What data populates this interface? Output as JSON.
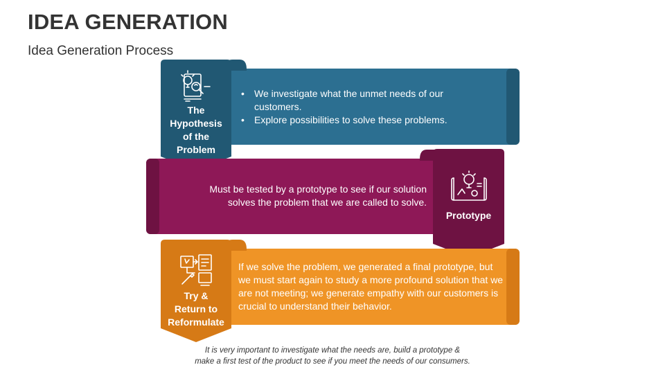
{
  "header": {
    "title": "IDEA GENERATION",
    "subtitle": "Idea Generation Process"
  },
  "colors": {
    "blue": "#2c6f91",
    "blue_dark": "#215873",
    "magenta": "#8e1857",
    "magenta_dark": "#6e1242",
    "orange": "#ef9426",
    "orange_dark": "#d67a16"
  },
  "steps": [
    {
      "label_lines": [
        "The",
        "Hypothesis",
        "of the",
        "Problem"
      ],
      "icon": "lightbulb-magnifier-icon",
      "bullets": [
        "We investigate what the unmet needs of our customers.",
        "Explore possibilities to solve these problems."
      ]
    },
    {
      "label_lines": [
        "Prototype"
      ],
      "icon": "blueprint-lightbulb-icon",
      "text": "Must be tested by a prototype to see if our solution solves the problem that we are called to solve."
    },
    {
      "label_lines": [
        "Try &",
        "Return to",
        "Reformulate"
      ],
      "icon": "workflow-iteration-icon",
      "text": "If we solve the problem, we generated a final prototype, but we must start again to study a more profound solution that we are not meeting; we generate empathy with our customers is crucial to understand their behavior."
    }
  ],
  "footer": {
    "line1": "It is very important to investigate what the needs are, build a prototype &",
    "line2": "make a first test of the product to see if you meet the needs of our consumers."
  }
}
